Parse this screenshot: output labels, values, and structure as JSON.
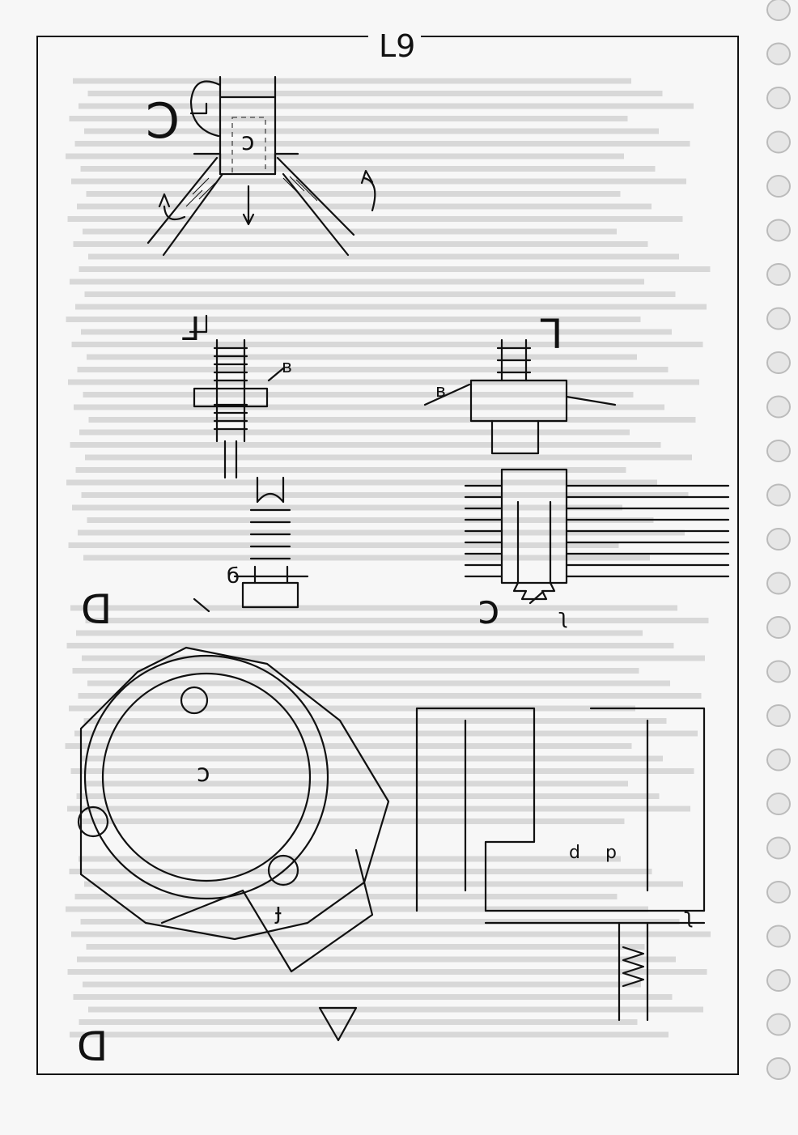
{
  "page": {
    "page_number": "L9",
    "labels": {
      "top_left_view": "Ↄ",
      "valve_center": "ɔ",
      "left_valve": "в",
      "right_valve": "в",
      "center_valve": "б",
      "left_corner_mark": "⅃",
      "right_corner_mark": "ᒣ",
      "left_mid_view": "ᗡ",
      "right_mid_view": "ↄ",
      "right_nozzle": "ʅ",
      "flange_center": "ɔ",
      "flange_bolt": "ɟ",
      "bottom_left_view": "ᗡ",
      "bottom_center_view": "V",
      "section_d": "d",
      "section_p": "p",
      "section_spring": "ʅ"
    }
  }
}
